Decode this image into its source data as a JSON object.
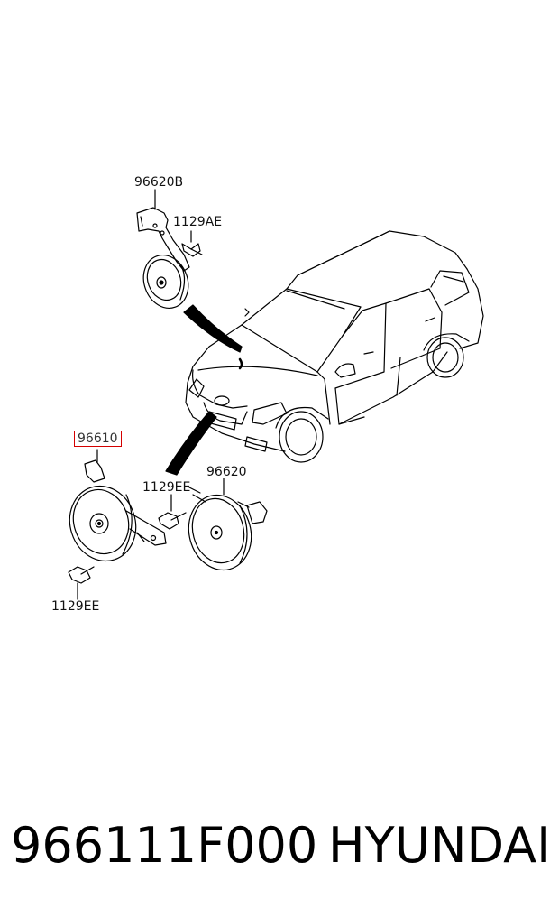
{
  "callouts": {
    "bracket_b": "96620B",
    "bolt_ae": "1129AE",
    "horn_low": "96610",
    "bolt_ee_mid": "1129EE",
    "horn_high": "96620",
    "bolt_ee_bottom": "1129EE"
  },
  "footer": {
    "part_number": "966111F000",
    "brand": "HYUNDAI"
  },
  "colors": {
    "highlight_border": "#d40000",
    "line": "#000000"
  }
}
